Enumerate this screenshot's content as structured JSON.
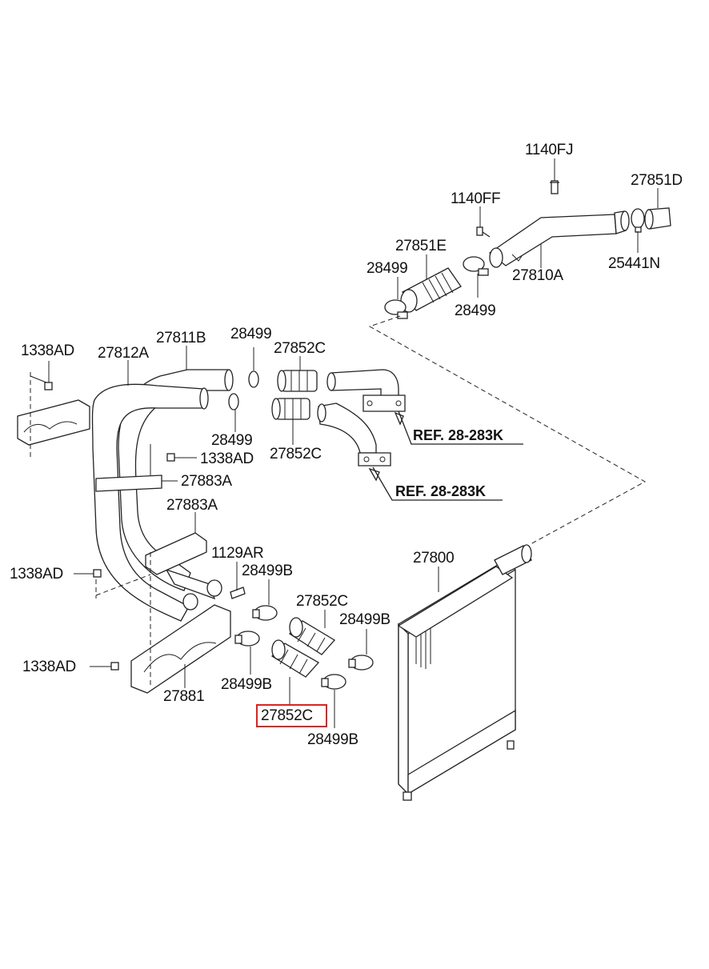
{
  "labels": {
    "p1140FJ": "1140FJ",
    "p27851D": "27851D",
    "p1140FF": "1140FF",
    "p27851E": "27851E",
    "p28499_a": "28499",
    "p28499_b": "28499",
    "p27810A": "27810A",
    "p25441N": "25441N",
    "p1338AD_a": "1338AD",
    "p27812A": "27812A",
    "p27811B": "27811B",
    "p28499_c": "28499",
    "p27852C_a": "27852C",
    "p28499_d": "28499",
    "p27852C_b": "27852C",
    "p1338AD_b": "1338AD",
    "p27883A_a": "27883A",
    "p27883A_b": "27883A",
    "p1129AR": "1129AR",
    "p28499B_a": "28499B",
    "p1338AD_c": "1338AD",
    "p27800": "27800",
    "p27852C_c": "27852C",
    "p28499B_b": "28499B",
    "p28499B_c": "28499B",
    "p27852C_d": "27852C",
    "p28499B_d": "28499B",
    "p1338AD_d": "1338AD",
    "p27881": "27881",
    "ref1": "REF. 28-283K",
    "ref2": "REF. 28-283K"
  },
  "highlight": {
    "part": "27852C",
    "color": "#e02020"
  }
}
